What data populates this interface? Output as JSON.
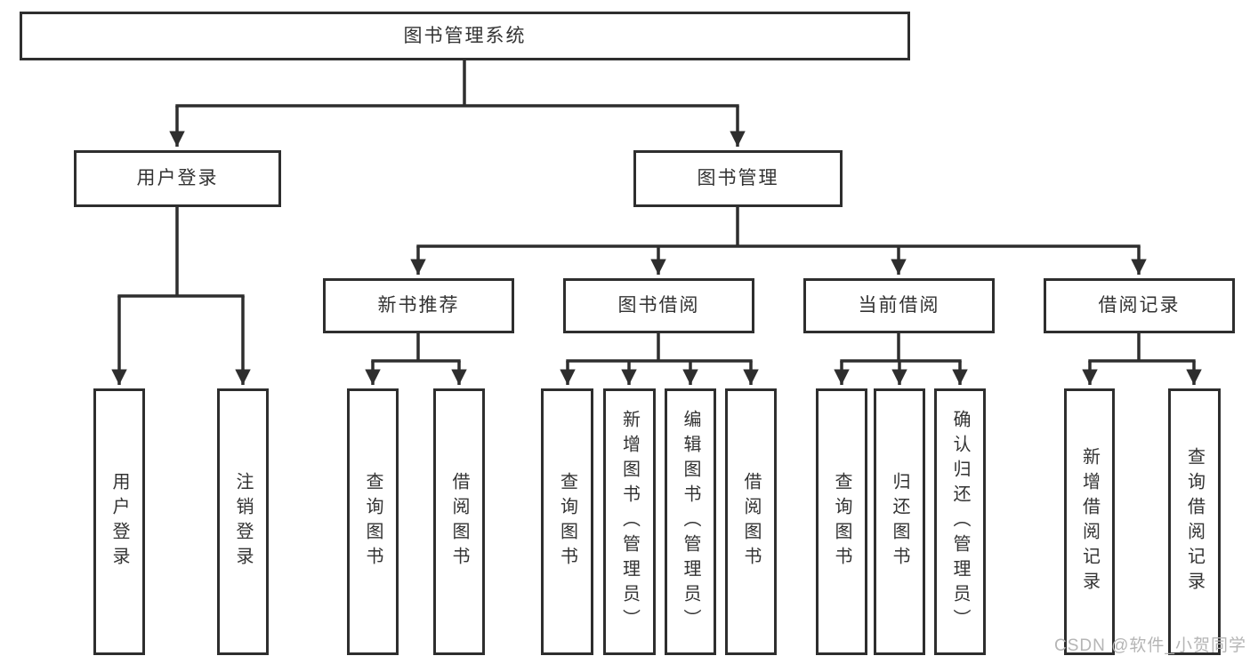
{
  "tree": {
    "root": {
      "label": "图书管理系统"
    },
    "branches": [
      {
        "label": "用户登录",
        "children": [
          "用户登录",
          "注销登录"
        ]
      },
      {
        "label": "图书管理",
        "modules": [
          {
            "label": "新书推荐",
            "children": [
              "查询图书",
              "借阅图书"
            ]
          },
          {
            "label": "图书借阅",
            "children": [
              "查询图书",
              "新增图书（管理员）",
              "编辑图书（管理员）",
              "借阅图书"
            ]
          },
          {
            "label": "当前借阅",
            "children": [
              "查询图书",
              "归还图书",
              "确认归还（管理员）"
            ]
          },
          {
            "label": "借阅记录",
            "children": [
              "新增借阅记录",
              "查询借阅记录"
            ]
          }
        ]
      }
    ]
  },
  "watermark": {
    "text": "CSDN @软件_小贺同学"
  },
  "colors": {
    "line": "#2e2e2e",
    "text": "#333333",
    "box_background": "#ffffff",
    "page_background": "#ffffff",
    "watermark": "#b5b5b5"
  }
}
